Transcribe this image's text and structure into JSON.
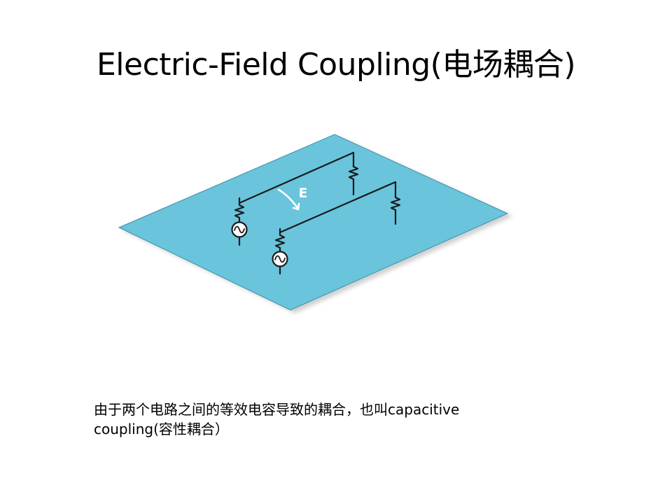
{
  "slide": {
    "title": "Electric-Field Coupling(电场耦合)",
    "diagram": {
      "field_label": "E",
      "plane_color": "#69c4dc",
      "wire_color": "#1a1a1a",
      "source_icon": "ac-source-icon",
      "resistor_icon": "resistor-icon"
    },
    "caption": {
      "line1": "由于两个电路之间的等效电容导致的耦合，也叫capacitive",
      "line2": "coupling(容性耦合）"
    }
  }
}
